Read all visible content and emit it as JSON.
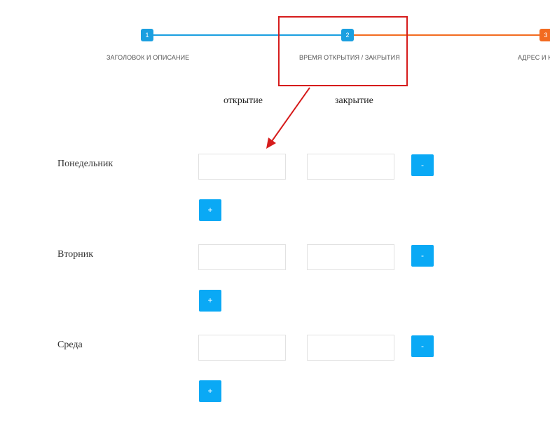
{
  "wizard": {
    "steps": [
      {
        "number": "1",
        "label": "ЗАГОЛОВОК И ОПИСАНИЕ",
        "color": "#1a9fe0"
      },
      {
        "number": "2",
        "label": "ВРЕМЯ ОТКРЫТИЯ / ЗАКРЫТИЯ",
        "color": "#1a9fe0"
      },
      {
        "number": "3",
        "label": "АДРЕС И К",
        "color": "#f26b21"
      }
    ]
  },
  "columns": {
    "open": "открытие",
    "close": "закрытие"
  },
  "days": [
    {
      "name": "Понедельник",
      "open_value": "",
      "close_value": "",
      "remove_label": "-",
      "add_label": "+"
    },
    {
      "name": "Вторник",
      "open_value": "",
      "close_value": "",
      "remove_label": "-",
      "add_label": "+"
    },
    {
      "name": "Среда",
      "open_value": "",
      "close_value": "",
      "remove_label": "-",
      "add_label": "+"
    }
  ],
  "colors": {
    "accent": "#0aa9f5",
    "highlight": "#d61c1c",
    "future_step": "#f26b21"
  }
}
